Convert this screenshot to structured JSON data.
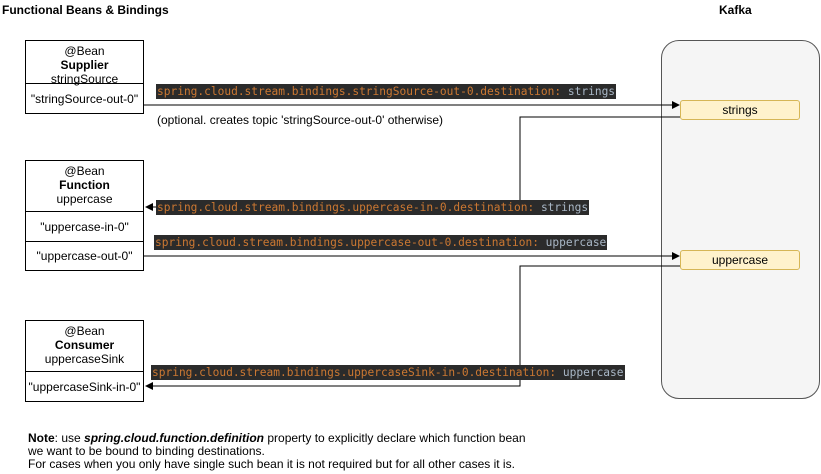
{
  "headings": {
    "left": "Functional Beans & Bindings",
    "right": "Kafka"
  },
  "beans": {
    "supplier": {
      "annotation": "@Bean",
      "kind": "Supplier",
      "name": "stringSource",
      "bindings": [
        "\"stringSource-out-0\""
      ]
    },
    "function": {
      "annotation": "@Bean",
      "kind": "Function",
      "name": "uppercase",
      "bindings": [
        "\"uppercase-in-0\"",
        "\"uppercase-out-0\""
      ]
    },
    "consumer": {
      "annotation": "@Bean",
      "kind": "Consumer",
      "name": "uppercaseSink",
      "bindings": [
        "\"uppercaseSink-in-0\""
      ]
    }
  },
  "topics": [
    "strings",
    "uppercase"
  ],
  "properties": [
    {
      "key": "spring.cloud.stream.bindings.stringSource-out-0.destination",
      "sep": ": ",
      "value": "strings"
    },
    {
      "key": "spring.cloud.stream.bindings.uppercase-in-0.destination",
      "sep": ": ",
      "value": "strings"
    },
    {
      "key": "spring.cloud.stream.bindings.uppercase-out-0.destination",
      "sep": ": ",
      "value": "uppercase"
    },
    {
      "key": "spring.cloud.stream.bindings.uppercaseSink-in-0.destination",
      "sep": ": ",
      "value": "uppercase"
    }
  ],
  "optional_note": "(optional. creates topic 'stringSource-out-0' otherwise)",
  "note": {
    "label": "Note",
    "pre": ": use ",
    "code": "spring.cloud.function.definition",
    "post": " property to explicitly declare which function bean",
    "line2": "we want to be bound to binding destinations.",
    "line3": "For cases when you only have single such bean it is not required but for all other cases it is."
  },
  "colors": {
    "topic_fill": "#fff2cc",
    "topic_border": "#d6b656",
    "kafka_fill": "#f5f5f5",
    "prop_bg": "#2b2b2b",
    "prop_key": "#cc7832",
    "prop_value": "#a9b7c6"
  }
}
